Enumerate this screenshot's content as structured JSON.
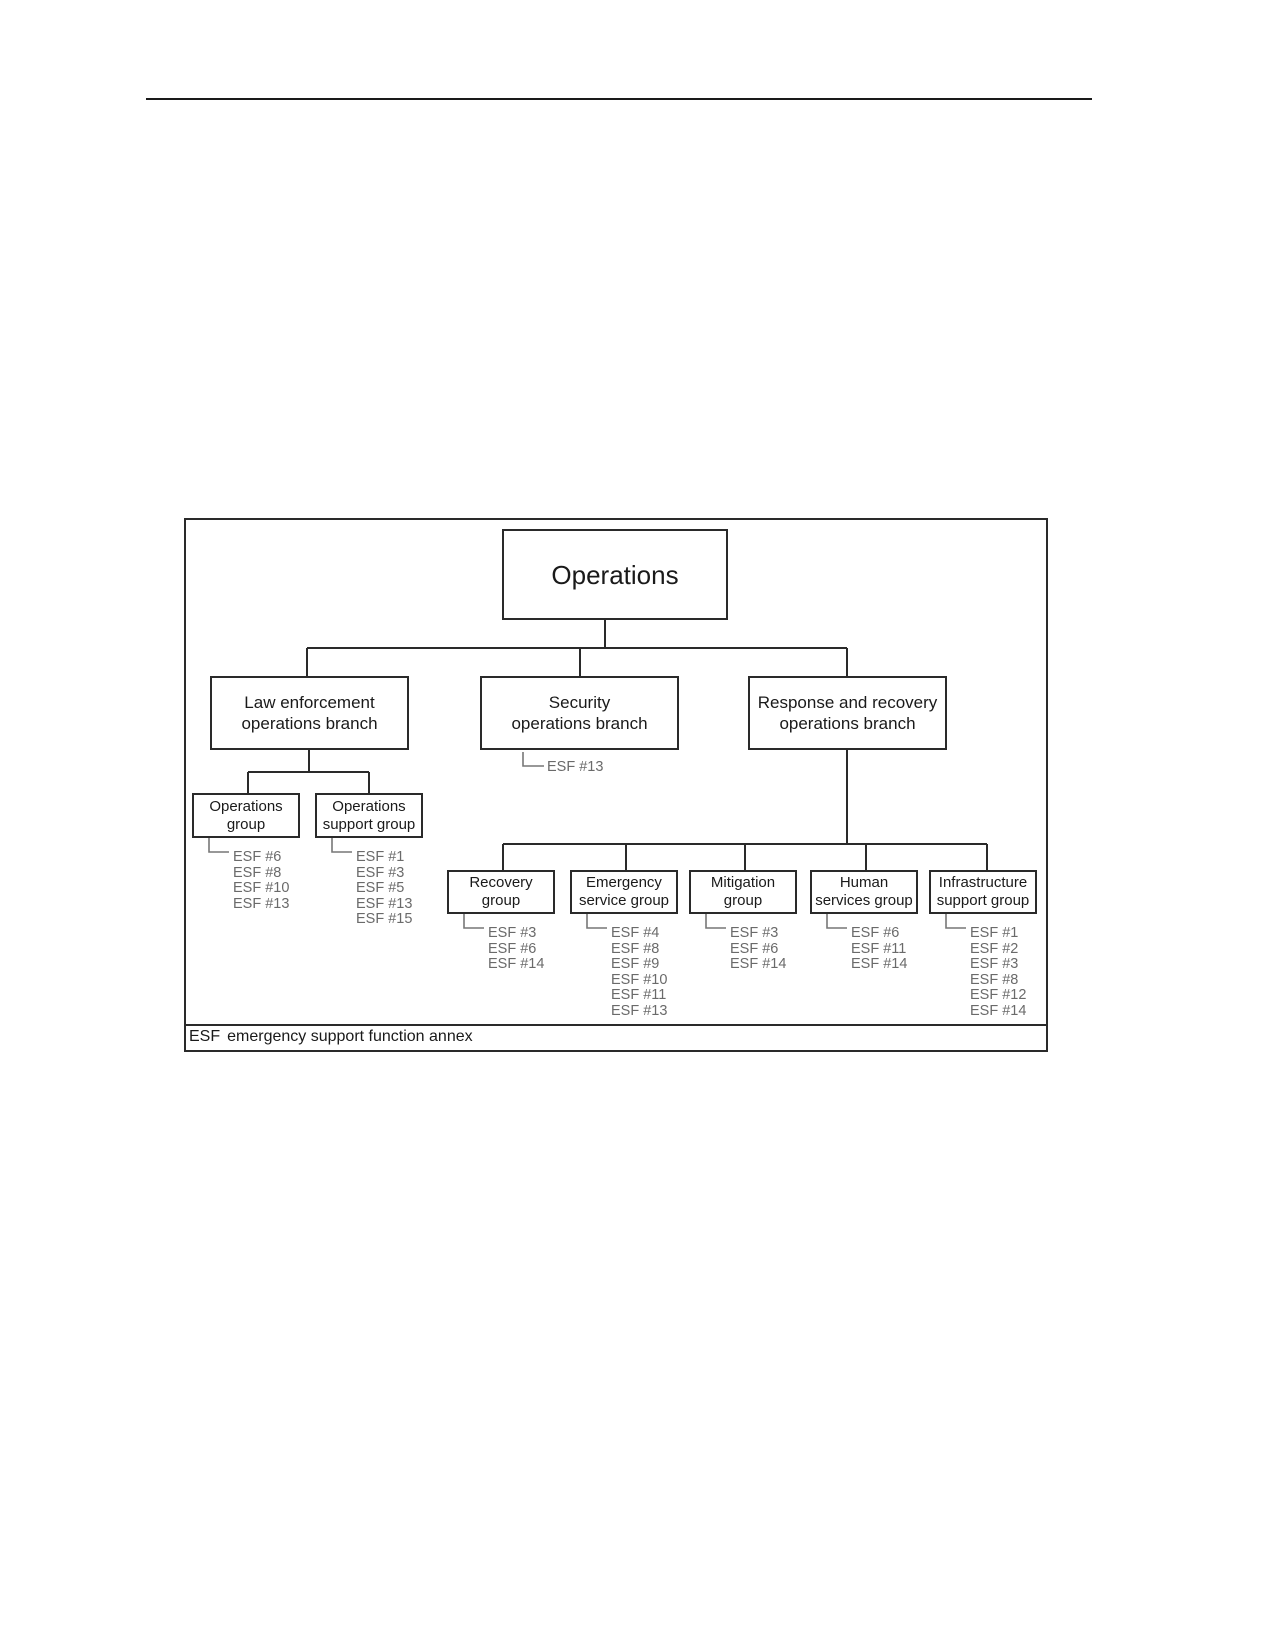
{
  "root": {
    "label": "Operations"
  },
  "branches": [
    {
      "id": "law",
      "label": "Law enforcement\noperations branch"
    },
    {
      "id": "security",
      "label": "Security\noperations branch",
      "esf": [
        "ESF #13"
      ]
    },
    {
      "id": "response",
      "label": "Response and recovery\noperations branch"
    }
  ],
  "law_groups": [
    {
      "label": "Operations\ngroup",
      "esf": [
        "ESF #6",
        "ESF #8",
        "ESF #10",
        "ESF #13"
      ]
    },
    {
      "label": "Operations\nsupport group",
      "esf": [
        "ESF #1",
        "ESF #3",
        "ESF #5",
        "ESF #13",
        "ESF #15"
      ]
    }
  ],
  "response_groups": [
    {
      "label": "Recovery\ngroup",
      "esf": [
        "ESF #3",
        "ESF #6",
        "ESF #14"
      ]
    },
    {
      "label": "Emergency\nservice group",
      "esf": [
        "ESF #4",
        "ESF #8",
        "ESF #9",
        "ESF #10",
        "ESF #11",
        "ESF #13"
      ]
    },
    {
      "label": "Mitigation\ngroup",
      "esf": [
        "ESF #3",
        "ESF #6",
        "ESF #14"
      ]
    },
    {
      "label": "Human\nservices group",
      "esf": [
        "ESF #6",
        "ESF #11",
        "ESF #14"
      ]
    },
    {
      "label": "Infrastructure\nsupport group",
      "esf": [
        "ESF #1",
        "ESF #2",
        "ESF #3",
        "ESF #8",
        "ESF #12",
        "ESF #14"
      ]
    }
  ],
  "legend": {
    "abbr": "ESF",
    "text": "emergency support function annex"
  }
}
